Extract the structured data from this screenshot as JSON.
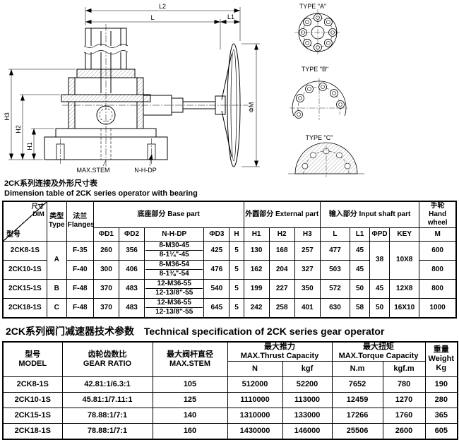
{
  "page": {
    "bg": "#ffffff",
    "ink": "#000000"
  },
  "drawing": {
    "labels": {
      "l2": "L2",
      "l": "L",
      "l1": "L1",
      "phi_m": "ΦM",
      "h1": "H1",
      "h2": "H2",
      "h3": "H3",
      "n_h_dp": "N-H-DP",
      "max_stem": "MAX.STEM",
      "type_a": "TYPE \"A\"",
      "type_b": "TYPE \"B\"",
      "type_c": "TYPE \"C\""
    }
  },
  "dim": {
    "title_zh": "2CK系列连接及外形尺寸表",
    "title_en": "Dimension table of 2CK series operator with bearing",
    "head": {
      "dim_zh": "尺寸",
      "dim_en": "DIM",
      "model_zh": "型号",
      "type_zh": "类型",
      "type_en": "Type",
      "flange_zh": "法兰",
      "flange_en": "Flanges",
      "base": "底座部分 Base part",
      "external": "外圆部分 External part",
      "input": "输入部分 Input shaft part",
      "hw_zh": "手轮",
      "hw_en": "Hand wheel",
      "d1": "ΦD1",
      "d2": "ΦD2",
      "nhdp": "N-H-DP",
      "d3": "ΦD3",
      "h": "H",
      "h1": "H1",
      "h2": "H2",
      "h3": "H3",
      "l": "L",
      "l1": "L1",
      "pd": "ΦPD",
      "key": "KEY",
      "m": "M"
    },
    "rows": [
      {
        "model": "2CK8-1S",
        "type": "A",
        "flange": "F-35",
        "d1": "260",
        "d2": "356",
        "nhdp1": "8-M30-45",
        "nhdp2": "8-1¼\"-45",
        "d3": "425",
        "h": "5",
        "h1": "130",
        "h2": "168",
        "h3": "257",
        "l": "477",
        "l1": "45",
        "pd": "38",
        "key": "10X8",
        "m": "600"
      },
      {
        "model": "2CK10-1S",
        "flange": "F-40",
        "d1": "300",
        "d2": "406",
        "nhdp1": "8-M36-54",
        "nhdp2": "8-1⅜\"-54",
        "d3": "476",
        "h": "5",
        "h1": "162",
        "h2": "204",
        "h3": "327",
        "l": "503",
        "l1": "45",
        "m": "800"
      },
      {
        "model": "2CK15-1S",
        "type": "B",
        "flange": "F-48",
        "d1": "370",
        "d2": "483",
        "nhdp1": "12-M36-55",
        "nhdp2": "12-13/8\"-55",
        "d3": "540",
        "h": "5",
        "h1": "199",
        "h2": "227",
        "h3": "350",
        "l": "572",
        "l1": "50",
        "pd": "45",
        "key": "12X8",
        "m": "800"
      },
      {
        "model": "2CK18-1S",
        "type": "C",
        "flange": "F-48",
        "d1": "370",
        "d2": "483",
        "nhdp1": "12-M36-55",
        "nhdp2": "12-13/8\"-55",
        "d3": "645",
        "h": "5",
        "h1": "242",
        "h2": "258",
        "h3": "401",
        "l": "630",
        "l1": "58",
        "pd": "50",
        "key": "16X10",
        "m": "1000"
      }
    ]
  },
  "spec": {
    "title_zh": "2CK系列阀门减速器技术参数",
    "title_en": "Technical specification of 2CK series gear operator",
    "head": {
      "model_zh": "型号",
      "model_en": "MODEL",
      "ratio_zh": "齿轮齿数比",
      "ratio_en": "GEAR RATIO",
      "stem_zh": "最大阀杆直径",
      "stem_en": "MAX.STEM",
      "thrust_zh": "最大推力",
      "thrust_en": "MAX.Thrust Capacity",
      "n": "N",
      "kgf": "kgf",
      "torque_zh": "最大扭矩",
      "torque_en": "MAX.Torque Capacity",
      "nm": "N.m",
      "kgfm": "kgf.m",
      "weight_zh": "重量",
      "weight_en": "Weight",
      "weight_unit": "Kg"
    },
    "rows": [
      {
        "model": "2CK8-1S",
        "ratio": "42.81:1/6.3:1",
        "stem": "105",
        "thrust_n": "512000",
        "thrust_kgf": "52200",
        "torque_nm": "7652",
        "torque_kgfm": "780",
        "weight": "190"
      },
      {
        "model": "2CK10-1S",
        "ratio": "45.81:1/7.11:1",
        "stem": "125",
        "thrust_n": "1110000",
        "thrust_kgf": "113000",
        "torque_nm": "12459",
        "torque_kgfm": "1270",
        "weight": "280"
      },
      {
        "model": "2CK15-1S",
        "ratio": "78.88:1/7:1",
        "stem": "140",
        "thrust_n": "1310000",
        "thrust_kgf": "133000",
        "torque_nm": "17266",
        "torque_kgfm": "1760",
        "weight": "365"
      },
      {
        "model": "2CK18-1S",
        "ratio": "78.88:1/7:1",
        "stem": "160",
        "thrust_n": "1430000",
        "thrust_kgf": "146000",
        "torque_nm": "25506",
        "torque_kgfm": "2600",
        "weight": "605"
      }
    ]
  }
}
